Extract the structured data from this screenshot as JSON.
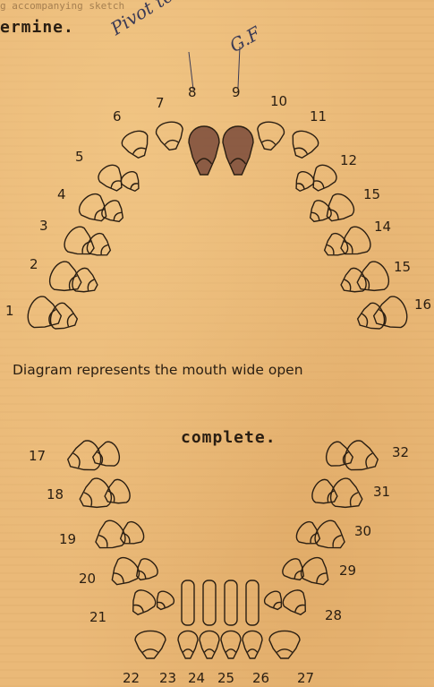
{
  "document": {
    "faint_top_text": "g accompanying sketch",
    "typed_top": "ermine.",
    "typed_middle": "complete.",
    "caption": "Diagram represents the mouth wide open",
    "handwriting": {
      "pivot": "Pivot tooth",
      "gf": "G.F"
    },
    "upper_numbers": [
      "1",
      "2",
      "3",
      "4",
      "5",
      "6",
      "7",
      "8",
      "9",
      "10",
      "11",
      "12",
      "15",
      "14",
      "15",
      "16"
    ],
    "lower_numbers": [
      "17",
      "18",
      "19",
      "20",
      "21",
      "22",
      "23",
      "24",
      "25",
      "26",
      "27",
      "28",
      "29",
      "30",
      "31",
      "32"
    ],
    "marked_teeth": [
      "8",
      "9"
    ]
  }
}
